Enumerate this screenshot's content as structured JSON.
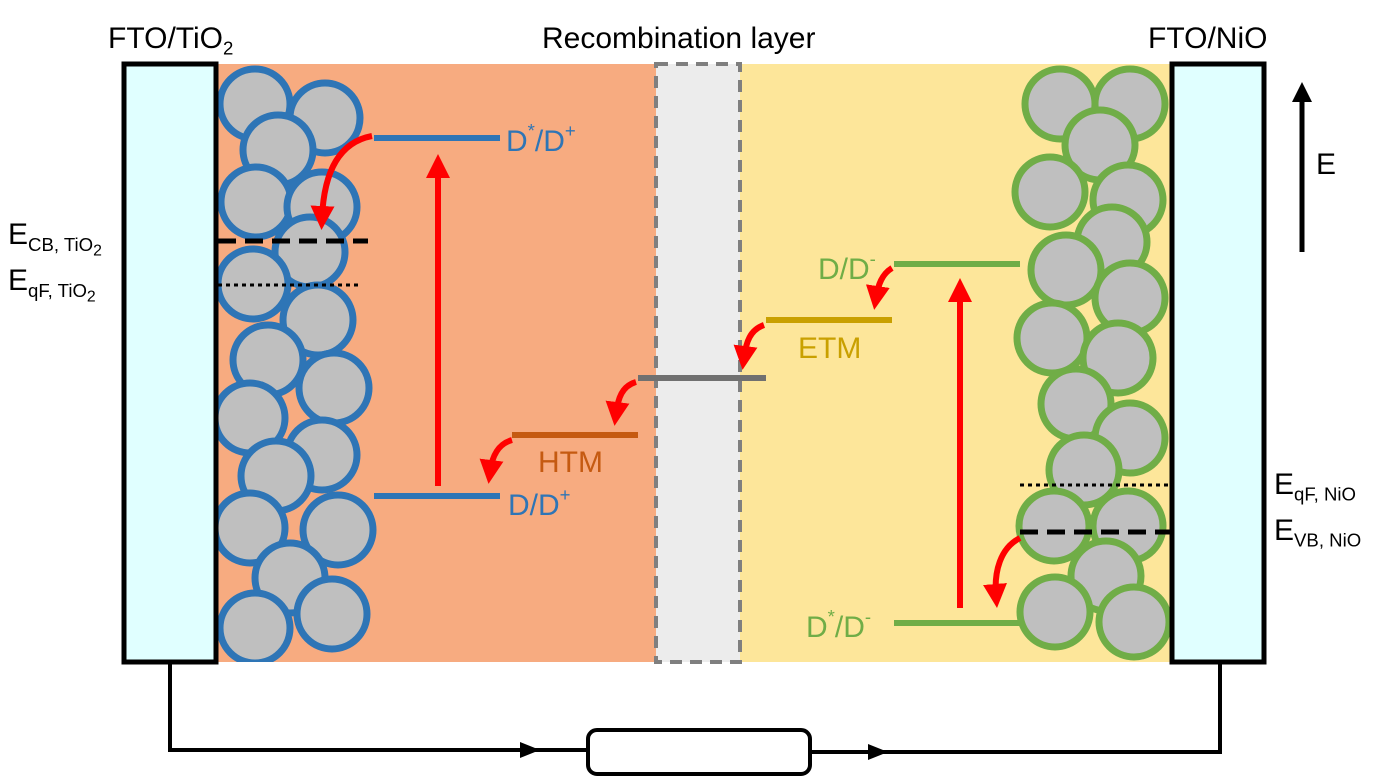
{
  "titles": {
    "left_electrode": "FTO/TiO",
    "left_electrode_sub": "2",
    "recombination": "Recombination layer",
    "right_electrode": "FTO/NiO",
    "energy_axis": "E"
  },
  "left_levels": {
    "ecb_main": "E",
    "ecb_sub": "CB, TiO",
    "ecb_subsub": "2",
    "eqf_main": "E",
    "eqf_sub": "qF, TiO",
    "eqf_subsub": "2",
    "excited_main": "D",
    "excited_sup": "*",
    "excited_mid": "/D",
    "excited_sup2": "+",
    "ground_main": "D/D",
    "ground_sup": "+"
  },
  "middle_levels": {
    "htm": "HTM",
    "etm": "ETM"
  },
  "right_levels": {
    "ground_main": "D/D",
    "ground_sup": "-",
    "excited_main": "D",
    "excited_sup": "*",
    "excited_mid": "/D",
    "excited_sup2": "-",
    "eqf_main": "E",
    "eqf_sub": "qF, NiO",
    "evb_main": "E",
    "evb_sub": "VB, NiO"
  },
  "colors": {
    "left_region": "#f7ab80",
    "right_region": "#fde69a",
    "recombination_region": "#ececec",
    "electrode_fill": "#e0ffff",
    "tio2_particle_border": "#2e75b6",
    "nio_particle_border": "#70ad47",
    "particle_fill": "#bfbfbf",
    "arrow": "#ff0000",
    "htm_level": "#c55a11",
    "etm_level": "#c9a000",
    "recombination_level": "#707070",
    "left_dye_level": "#2e75b6",
    "right_dye_level": "#70ad47"
  }
}
